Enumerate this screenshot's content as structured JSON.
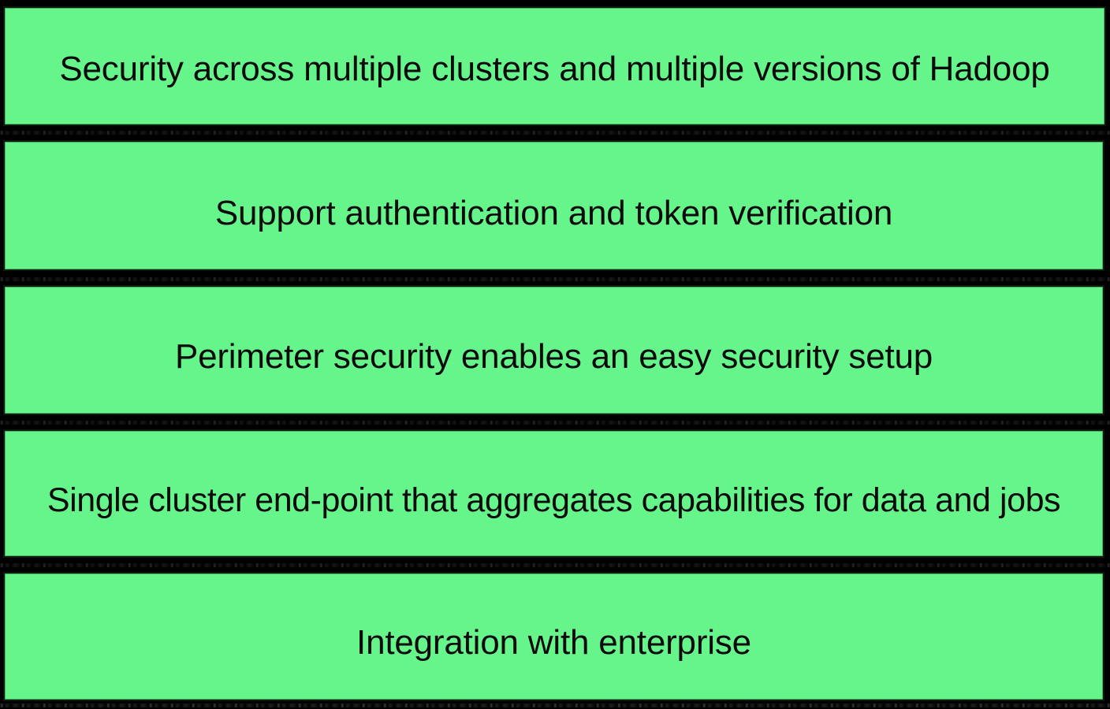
{
  "slide": {
    "background_color": "#000000",
    "box_fill_color": "#66f58a",
    "box_border_color": "#0a1a0e",
    "text_color": "#0b0b0b",
    "layout": "stacked-bullet-banners",
    "item_count": 5
  },
  "bullets": [
    {
      "id": "security-across-clusters",
      "label": "Security across multiple clusters and multiple versions of Hadoop"
    },
    {
      "id": "support-authentication",
      "label": "Support authentication and token verification"
    },
    {
      "id": "perimeter-security",
      "label": "Perimeter security enables an easy security setup"
    },
    {
      "id": "single-cluster-endpoint",
      "label": "Single cluster end-point that aggregates capabilities for data and jobs"
    },
    {
      "id": "integration-with-enterprise",
      "label": "Integration with enterprise"
    }
  ]
}
